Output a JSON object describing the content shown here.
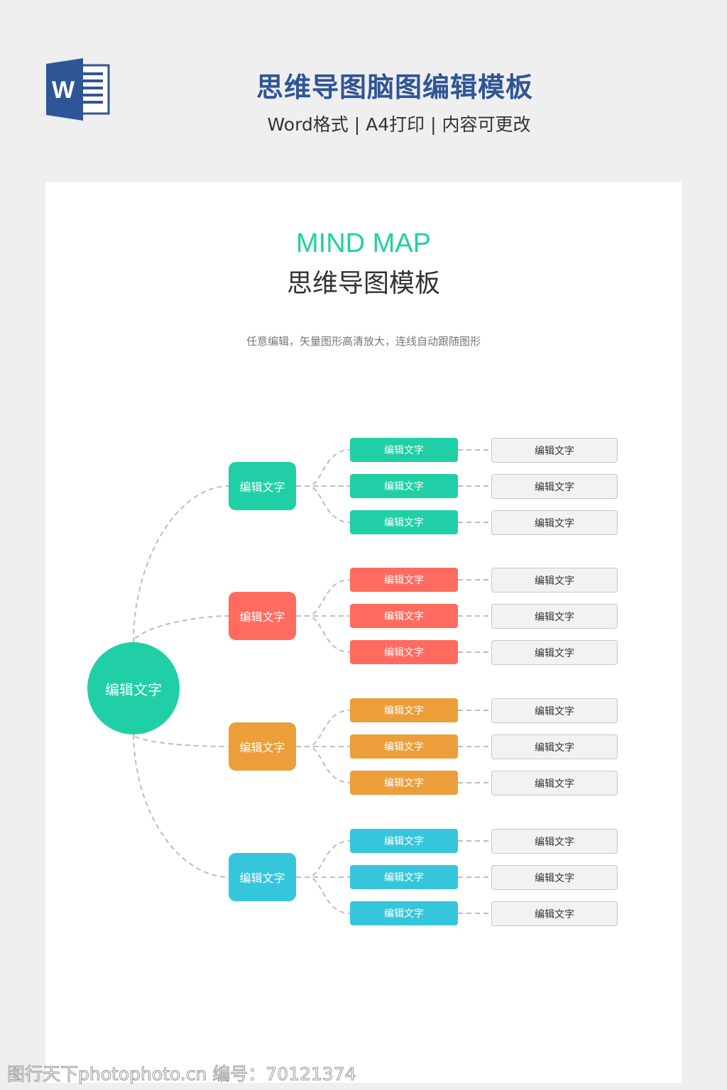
{
  "header": {
    "title": "思维导图脑图编辑模板",
    "subtitle": "Word格式 | A4打印 | 内容可更改",
    "icon": "word-icon",
    "icon_letter": "W"
  },
  "card": {
    "title": "MIND MAP",
    "subtitle": "思维导图模板",
    "description": "任意编辑，矢量图形高清放大，连线自动跟随图形"
  },
  "mindmap": {
    "root": {
      "label": "编辑文字",
      "color": "#20cfa5"
    },
    "branches": [
      {
        "label": "编辑文字",
        "color": "#20cfa5",
        "children": [
          {
            "label": "编辑文字",
            "leaf": "编辑文字"
          },
          {
            "label": "编辑文字",
            "leaf": "编辑文字"
          },
          {
            "label": "编辑文字",
            "leaf": "编辑文字"
          }
        ]
      },
      {
        "label": "编辑文字",
        "color": "#ff6b5e",
        "children": [
          {
            "label": "编辑文字",
            "leaf": "编辑文字"
          },
          {
            "label": "编辑文字",
            "leaf": "编辑文字"
          },
          {
            "label": "编辑文字",
            "leaf": "编辑文字"
          }
        ]
      },
      {
        "label": "编辑文字",
        "color": "#eb9e3a",
        "children": [
          {
            "label": "编辑文字",
            "leaf": "编辑文字"
          },
          {
            "label": "编辑文字",
            "leaf": "编辑文字"
          },
          {
            "label": "编辑文字",
            "leaf": "编辑文字"
          }
        ]
      },
      {
        "label": "编辑文字",
        "color": "#36c6dc",
        "children": [
          {
            "label": "编辑文字",
            "leaf": "编辑文字"
          },
          {
            "label": "编辑文字",
            "leaf": "编辑文字"
          },
          {
            "label": "编辑文字",
            "leaf": "编辑文字"
          }
        ]
      }
    ]
  },
  "watermark": "图行天下photophoto.cn 编号：70121374"
}
